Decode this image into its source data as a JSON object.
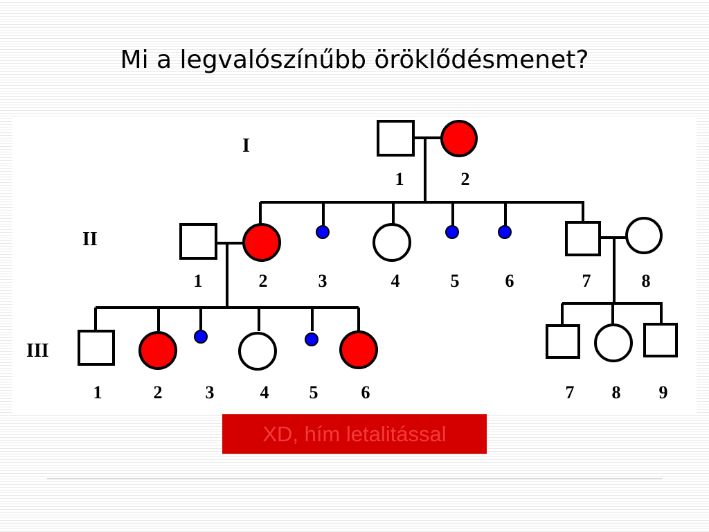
{
  "title": "Mi a legvalószínűbb öröklődésmenet?",
  "answer": "XD, hím letalitással",
  "colors": {
    "affected": "#ff0000",
    "miscarriage": "#0000ff",
    "answer_bg": "#d40000",
    "answer_text": "#f23a3a"
  },
  "generations": {
    "I": "I",
    "II": "II",
    "III": "III"
  },
  "individuals": {
    "I_1": {
      "label": "1",
      "sex": "male",
      "status": "unaffected"
    },
    "I_2": {
      "label": "2",
      "sex": "female",
      "status": "affected"
    },
    "II_1": {
      "label": "1",
      "sex": "male",
      "status": "unaffected"
    },
    "II_2": {
      "label": "2",
      "sex": "female",
      "status": "affected"
    },
    "II_3": {
      "label": "3",
      "sex": "unknown",
      "status": "miscarriage"
    },
    "II_4": {
      "label": "4",
      "sex": "female",
      "status": "unaffected"
    },
    "II_5": {
      "label": "5",
      "sex": "unknown",
      "status": "miscarriage"
    },
    "II_6": {
      "label": "6",
      "sex": "unknown",
      "status": "miscarriage"
    },
    "II_7": {
      "label": "7",
      "sex": "male",
      "status": "unaffected"
    },
    "II_8": {
      "label": "8",
      "sex": "female",
      "status": "unaffected"
    },
    "III_1": {
      "label": "1",
      "sex": "male",
      "status": "unaffected"
    },
    "III_2": {
      "label": "2",
      "sex": "female",
      "status": "affected"
    },
    "III_3": {
      "label": "3",
      "sex": "unknown",
      "status": "miscarriage"
    },
    "III_4": {
      "label": "4",
      "sex": "female",
      "status": "unaffected"
    },
    "III_5": {
      "label": "5",
      "sex": "unknown",
      "status": "miscarriage"
    },
    "III_6": {
      "label": "6",
      "sex": "female",
      "status": "affected"
    },
    "III_7": {
      "label": "7",
      "sex": "male",
      "status": "unaffected"
    },
    "III_8": {
      "label": "8",
      "sex": "female",
      "status": "unaffected"
    },
    "III_9": {
      "label": "9",
      "sex": "male",
      "status": "unaffected"
    }
  }
}
